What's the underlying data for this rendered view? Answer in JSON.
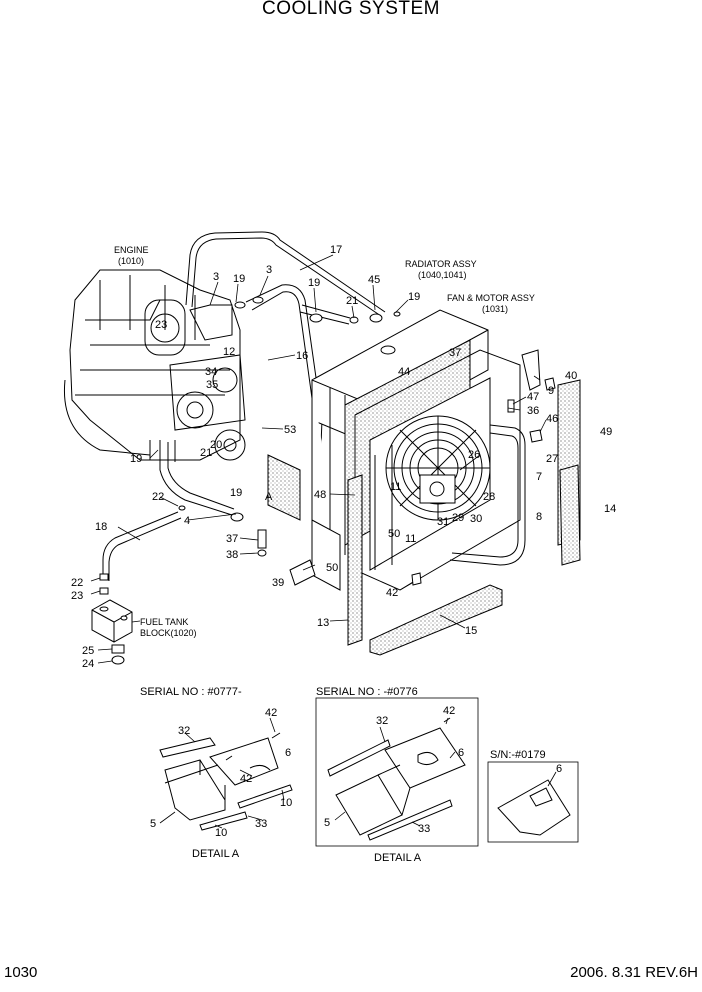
{
  "title": "COOLING SYSTEM",
  "page_number": "1030",
  "revision": "2006. 8.31  REV.6H",
  "assembly_labels": {
    "engine": "ENGINE",
    "engine_ref": "(1010)",
    "radiator": "RADIATOR ASSY",
    "radiator_ref": "(1040,1041)",
    "fan_motor": "FAN & MOTOR ASSY",
    "fan_motor_ref": "(1031)",
    "fuel_tank": "FUEL TANK",
    "fuel_tank_ref": "BLOCK(1020)",
    "view_a": "A"
  },
  "callouts": [
    "17",
    "3",
    "19",
    "3",
    "19",
    "45",
    "21",
    "19",
    "23",
    "12",
    "16",
    "37",
    "44",
    "34",
    "35",
    "40",
    "47",
    "9",
    "36",
    "46",
    "49",
    "53",
    "20",
    "21",
    "19",
    "26",
    "27",
    "7",
    "19",
    "22",
    "4",
    "48",
    "11",
    "28",
    "29",
    "30",
    "31",
    "8",
    "14",
    "18",
    "37",
    "38",
    "50",
    "11",
    "39",
    "50",
    "42",
    "22",
    "23",
    "13",
    "15",
    "25",
    "24"
  ],
  "details": {
    "left": {
      "serial": "SERIAL NO : #0777-",
      "caption": "DETAIL A",
      "parts": [
        "32",
        "42",
        "6",
        "42",
        "10",
        "5",
        "10",
        "33"
      ]
    },
    "middle": {
      "serial": "SERIAL NO : -#0776",
      "caption": "DETAIL A",
      "parts": [
        "32",
        "42",
        "6",
        "5",
        "33"
      ]
    },
    "right": {
      "serial": "S/N:-#0179",
      "parts": [
        "6"
      ]
    }
  }
}
